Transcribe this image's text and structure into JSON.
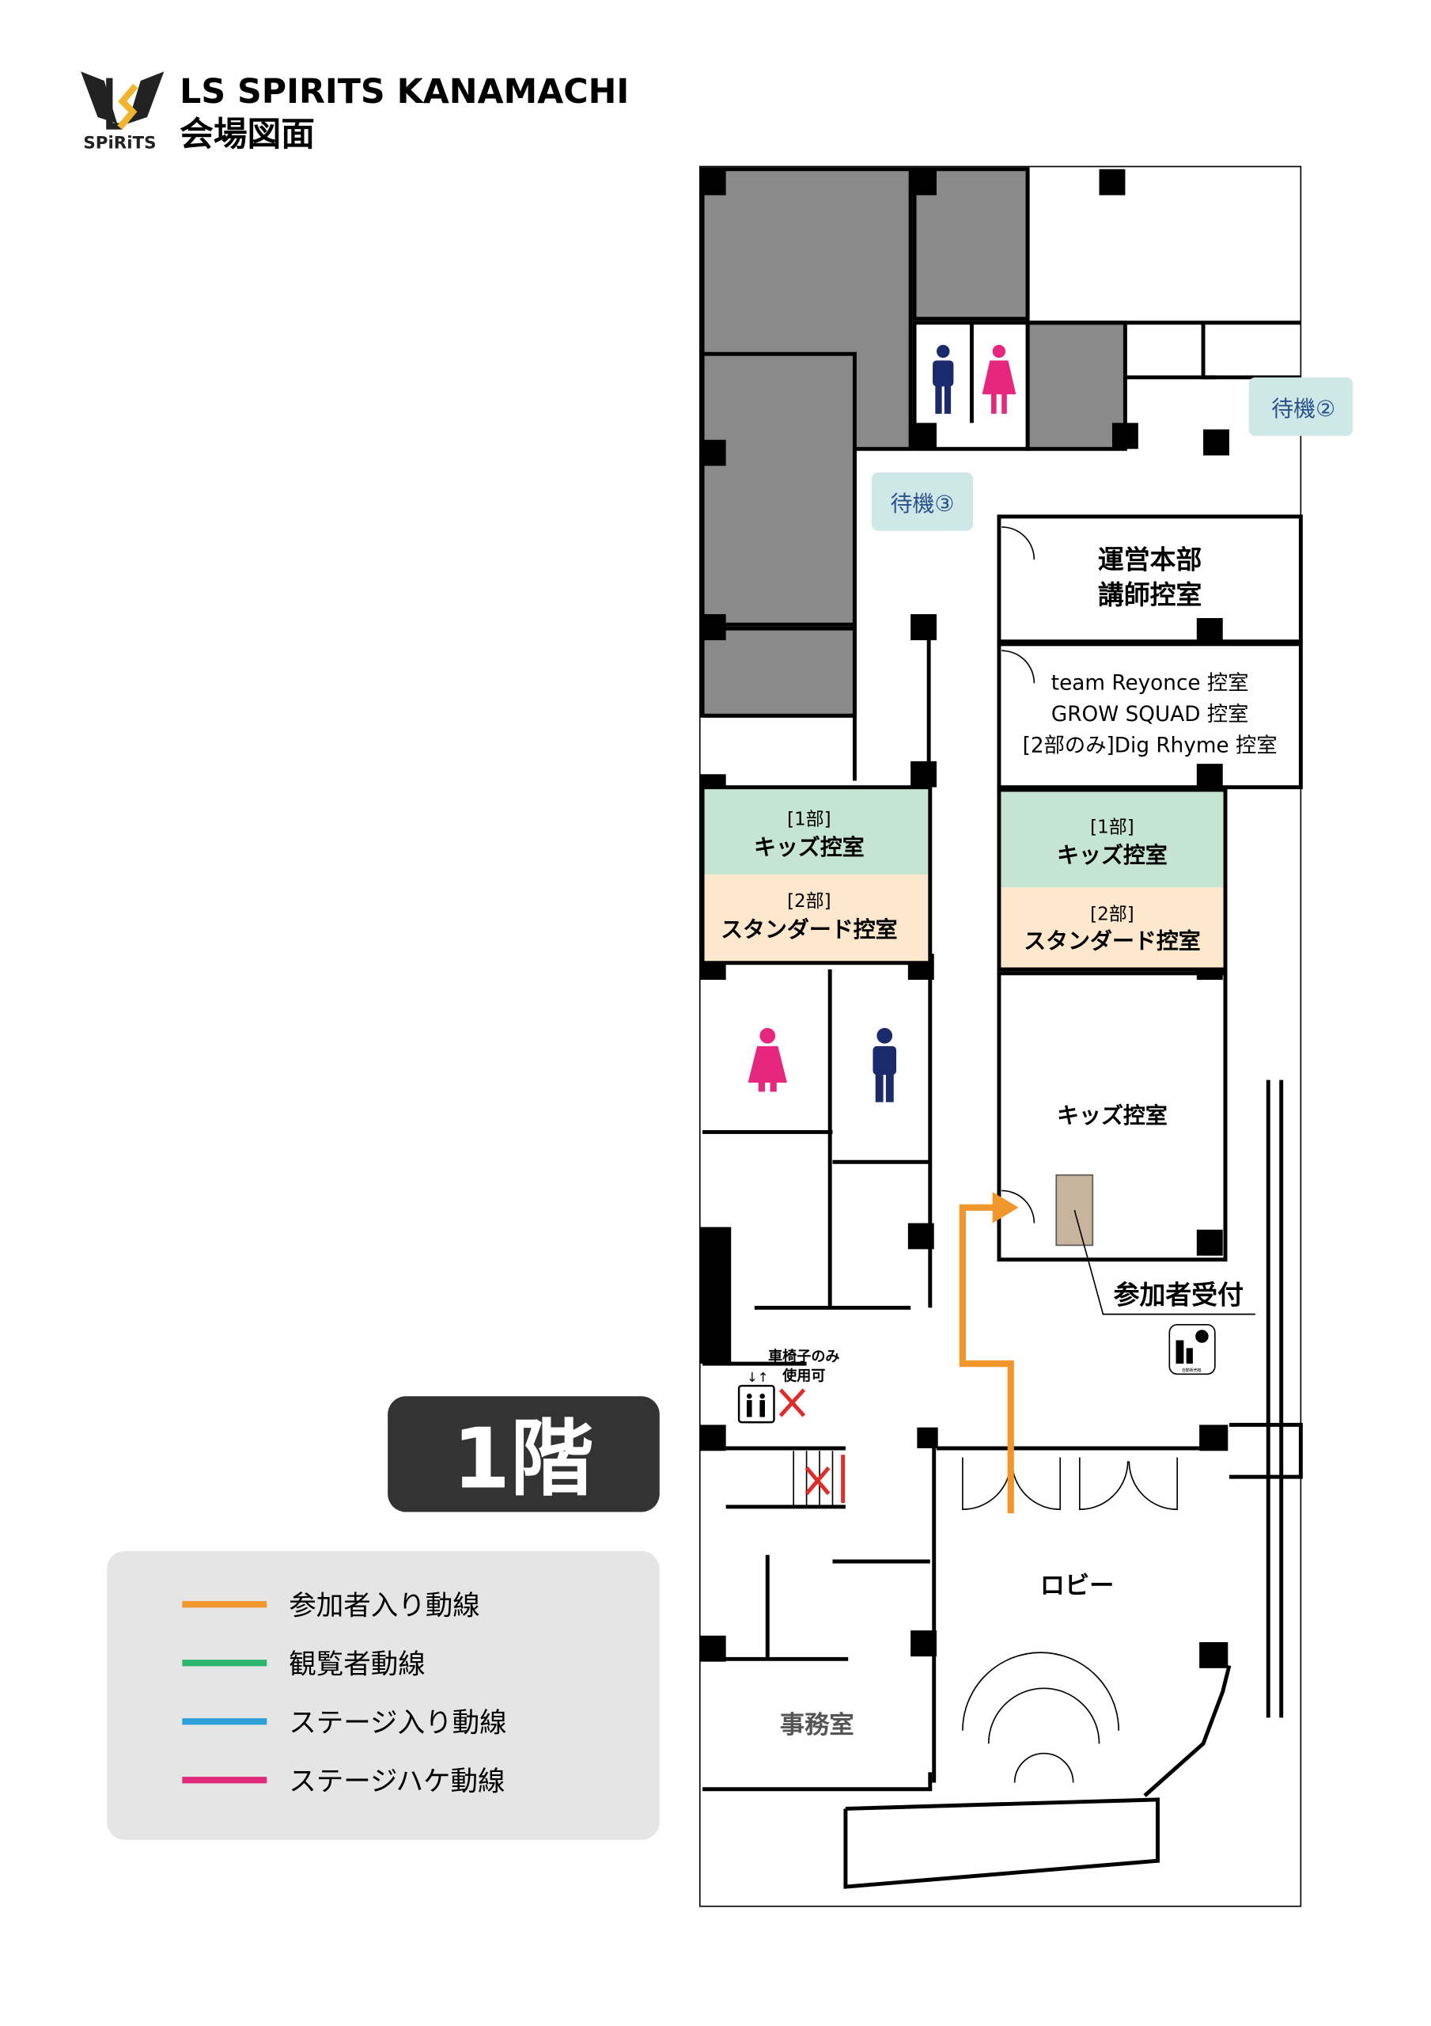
{
  "header": {
    "logo_text": "SPiRiTS",
    "title": "LS SPIRITS KANAMACHI",
    "subtitle": "会場図面"
  },
  "floor_badge": "1階",
  "rooms": {
    "waiting_2": "待機②",
    "waiting_3": "待機③",
    "hq": [
      "運営本部",
      "講師控室"
    ],
    "team_rooms": [
      "team Reyonce 控室",
      "GROW SQUAD 控室",
      "[2部のみ]Dig Rhyme 控室"
    ],
    "left_part1": [
      "[1部]",
      "キッズ控室"
    ],
    "left_part2": [
      "[2部]",
      "スタンダード控室"
    ],
    "right_part1": [
      "[1部]",
      "キッズ控室"
    ],
    "right_part2": [
      "[2部]",
      "スタンダード控室"
    ],
    "kids_room": "キッズ控室",
    "reception": "参加者受付",
    "lobby": "ロビー",
    "office": "事務室",
    "elevator_note": [
      "車椅子のみ",
      "使用可"
    ],
    "vending_label": "自動販売機"
  },
  "legend": [
    {
      "label": "参加者入り動線",
      "color": "#f0962a"
    },
    {
      "label": "観覧者動線",
      "color": "#2cb56b"
    },
    {
      "label": "ステージ入り動線",
      "color": "#2e9fd8"
    },
    {
      "label": "ステージハケ動線",
      "color": "#e0297a"
    }
  ],
  "colors": {
    "gray_block": "#8a8a8a",
    "hq": "#d3eaf8",
    "team": "#f6ccd3",
    "kids": "#c6e4d2",
    "standard": "#fde7cd",
    "waiting": "#cde8e6",
    "waiting_text": "#2b4f8c",
    "male": "#1b2a6b",
    "female": "#e6267f",
    "route": "#f0962a",
    "no_mark": "#e02b2b",
    "desk": "#c8b49c"
  }
}
